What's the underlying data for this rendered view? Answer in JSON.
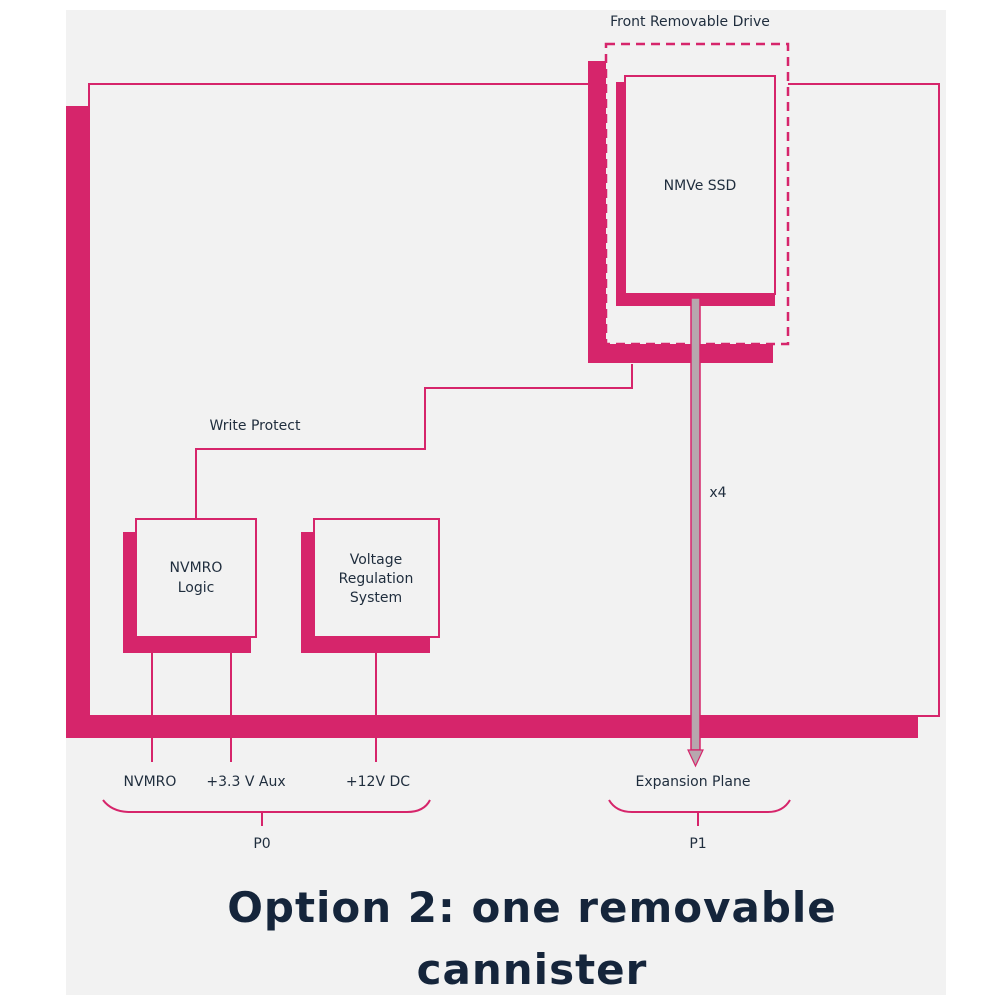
{
  "colors": {
    "accent": "#d6256b",
    "background": "#f2f2f2",
    "box_fill": "#f2f2f2",
    "bus": "#b7a7ae",
    "text": "#1f2d3d",
    "title_text": "#15253b"
  },
  "diagram": {
    "front_drive_label": "Front Removable Drive",
    "ssd_label": "NMVe SSD",
    "write_protect_label": "Write Protect",
    "bus_width_label": "x4",
    "nvmro_logic_lines": [
      "NVMRO",
      "Logic"
    ],
    "vreg_lines": [
      "Voltage",
      "Regulation",
      "System"
    ],
    "pins": {
      "nvmro": "NVMRO",
      "aux": "+3.3 V Aux",
      "dc": "+12V DC",
      "expansion": "Expansion Plane"
    },
    "connectors": {
      "p0": "P0",
      "p1": "P1"
    }
  },
  "caption": {
    "line1": "Option 2: one removable",
    "line2": "cannister"
  }
}
